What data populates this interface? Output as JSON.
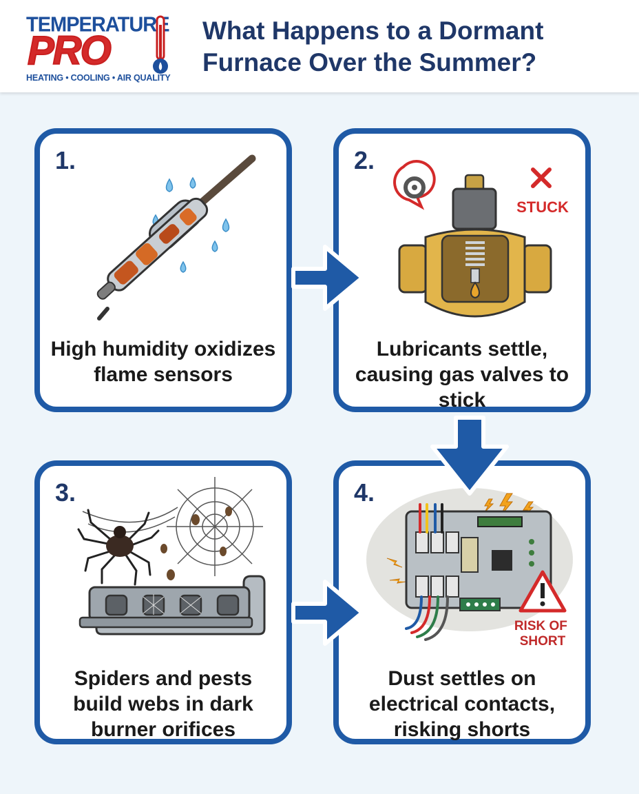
{
  "header": {
    "logo": {
      "brand_top": "TEMPERATURE",
      "brand_bottom": "PRO",
      "tagline": "HEATING • COOLING • AIR QUALITY"
    },
    "title": "What Happens to a Dormant Furnace Over the Summer?"
  },
  "steps": [
    {
      "number": "1.",
      "text": "High humidity oxidizes flame sensors",
      "icon": "rusty-flame-sensor-icon"
    },
    {
      "number": "2.",
      "text": "Lubricants settle, causing gas valves to stick",
      "icon": "gas-valve-icon",
      "badge": "STUCK"
    },
    {
      "number": "3.",
      "text": "Spiders and pests build webs in dark burner orifices",
      "icon": "spider-web-burner-icon"
    },
    {
      "number": "4.",
      "text": "Dust settles on electrical contacts, risking shorts",
      "icon": "dusty-circuit-board-icon",
      "badge": "RISK OF SHORT"
    }
  ],
  "colors": {
    "brand_blue": "#1f5aa6",
    "brand_red": "#d42a2a",
    "title_navy": "#1f3768",
    "background": "#eef5fa"
  }
}
